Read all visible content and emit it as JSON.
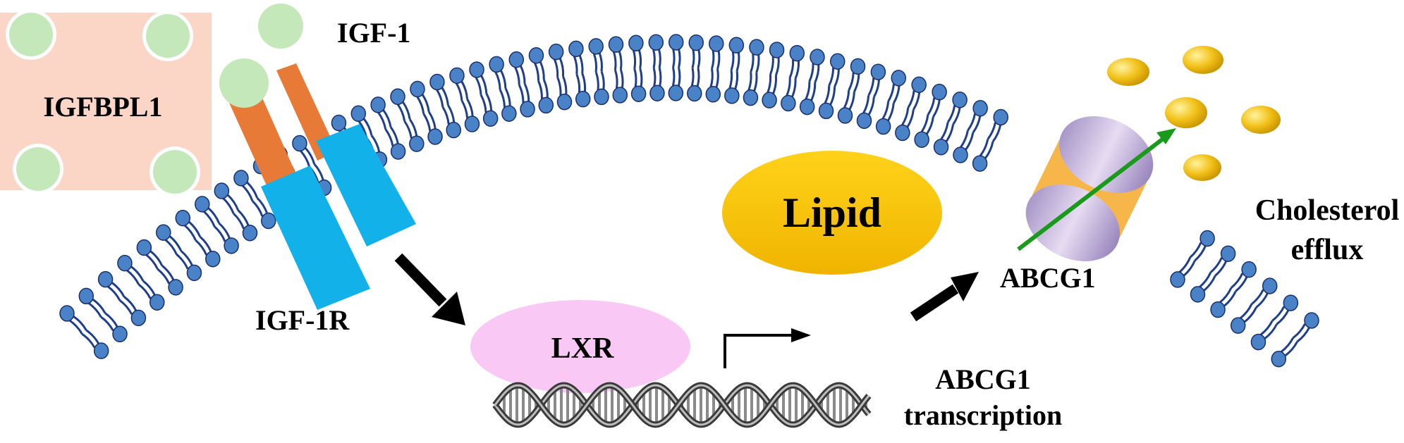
{
  "labels": {
    "igfbpl1": "IGFBPL1",
    "igf1": "IGF-1",
    "igf1r": "IGF-1R",
    "lxr": "LXR",
    "lipid": "Lipid",
    "abcg1": "ABCG1",
    "cholesterol_line1": "Cholesterol",
    "cholesterol_line2": "efflux",
    "transcription_line1": "ABCG1",
    "transcription_line2": "transcription"
  },
  "colors": {
    "lipid_head": "#4a82c8",
    "lipid_tail": "#1f3f8a",
    "igfbpl1_body": "#fbd6c6",
    "igf1_ball": "#c5e8bb",
    "receptor_alpha": "#e87a37",
    "receptor_beta": "#13b1ea",
    "lxr": "#f9c8f4",
    "lipid_droplet": "#f5c200",
    "abcg1_protein": "#c9b4de",
    "efflux_arrow": "#1a9a1a",
    "cholesterol_ball": "#f2c21a"
  }
}
